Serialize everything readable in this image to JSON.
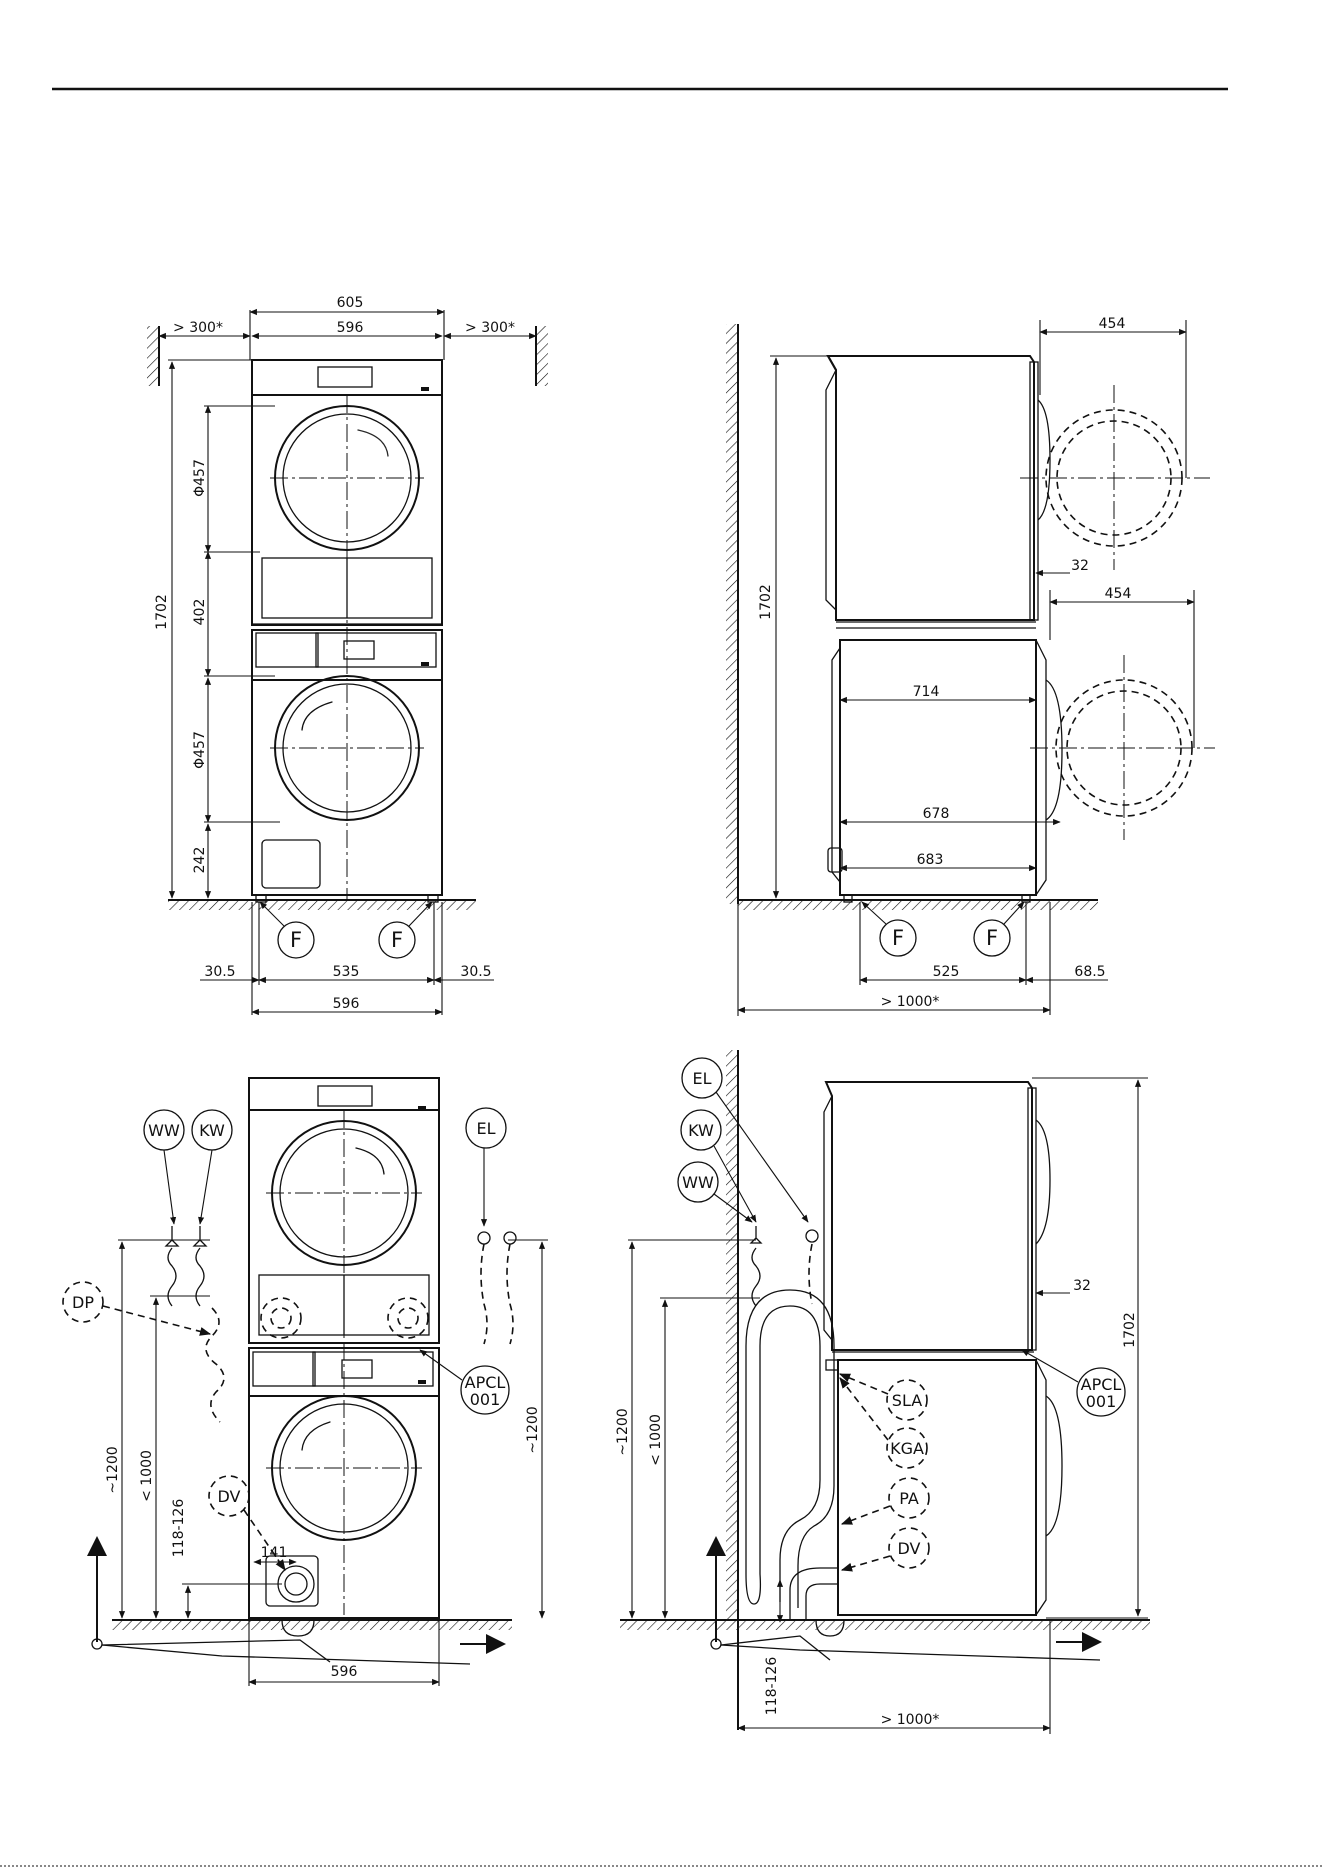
{
  "front_view": {
    "clearance_left": "> 300*",
    "clearance_right": "> 300*",
    "width_top": "605",
    "width": "596",
    "height_total": "1702",
    "door_upper": "Φ457",
    "mid_height": "402",
    "door_lower": "Φ457",
    "base_height": "242",
    "foot_label_left": "F",
    "foot_label_right": "F",
    "offset_left": "30.5",
    "foot_spacing": "535",
    "offset_right": "30.5",
    "width_bottom": "596"
  },
  "side_view": {
    "door_swing_upper": "454",
    "door_swing_lower": "454",
    "height_total": "1702",
    "door_offset": "32",
    "depth_714": "714",
    "depth_678": "678",
    "depth_683": "683",
    "foot_label_left": "F",
    "foot_label_right": "F",
    "foot_spacing": "525",
    "rear_offset": "68.5",
    "wall_clearance": "> 1000*"
  },
  "connections_front": {
    "ww": "WW",
    "kw": "KW",
    "el": "EL",
    "dp": "DP",
    "apcl_line1": "APCL",
    "apcl_line2": "001",
    "dv": "DV",
    "height_1200_left": "~1200",
    "height_1000": "< 1000",
    "height_118_126": "118-126",
    "dv_offset": "141",
    "height_1200_right": "~1200",
    "width": "596"
  },
  "connections_side": {
    "el": "EL",
    "kw": "KW",
    "ww": "WW",
    "height_1200": "~1200",
    "height_1000": "< 1000",
    "height_118_126": "118-126",
    "door_offset": "32",
    "height_total": "1702",
    "apcl_line1": "APCL",
    "apcl_line2": "001",
    "sla": "SLA",
    "kga": "KGA",
    "pa": "PA",
    "dv": "DV",
    "wall_clearance": "> 1000*"
  }
}
